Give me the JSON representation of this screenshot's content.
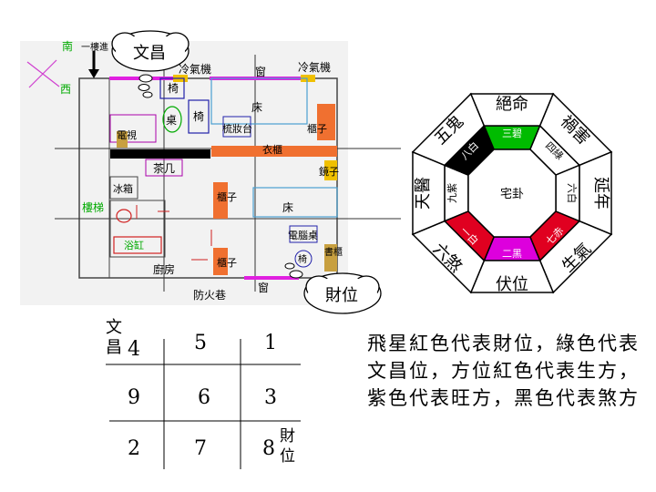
{
  "floorplan": {
    "compass": {
      "south": "南",
      "west": "西"
    },
    "entry": "一樓進",
    "bubbles": {
      "wenchang": "文昌",
      "caiwei": "財位"
    },
    "labels": {
      "aircon_left": "冷氣機",
      "aircon_right": "冷氣機",
      "window_top": "窗",
      "window_bottom": "窗",
      "chair_1": "椅",
      "chair_2": "椅",
      "chair_3": "椅",
      "table": "桌",
      "dresser": "梳妝台",
      "bed_top": "床",
      "bed_bottom": "床",
      "cabinet_right": "櫃子",
      "cabinet_middle": "衣櫃",
      "cabinet_left": "櫃子",
      "cabinet_bottom": "櫃子",
      "mirror": "鏡子",
      "electric_box": "電視",
      "tea_table": "茶几",
      "fridge": "冰箱",
      "bathtub": "浴缸",
      "stairs": "樓梯",
      "kitchen": "廚房",
      "computer_desk": "電腦桌",
      "bookcase": "書櫃",
      "fire_lane": "防火巷"
    }
  },
  "bagua": {
    "outer": [
      "延年",
      "生氣",
      "伏位",
      "六煞",
      "天醫",
      "五鬼",
      "絕命",
      "禍害"
    ],
    "inner": [
      "七赤",
      "二黑",
      "一白",
      "九紫",
      "八白",
      "三碧",
      "四綠",
      "六白"
    ],
    "center": "宅卦",
    "colors": {
      "green": "#00bb00",
      "red": "#e00020",
      "purple": "#dd00dd",
      "black": "#000000"
    }
  },
  "grid": {
    "title": "文昌",
    "caiwei": "財位",
    "cells": [
      [
        "4",
        "5",
        "1"
      ],
      [
        "9",
        "6",
        "3"
      ],
      [
        "2",
        "7",
        "8"
      ]
    ]
  },
  "note": "飛星紅色代表財位，綠色代表文昌位，方位紅色代表生方，紫色代表旺方，黑色代表煞方"
}
